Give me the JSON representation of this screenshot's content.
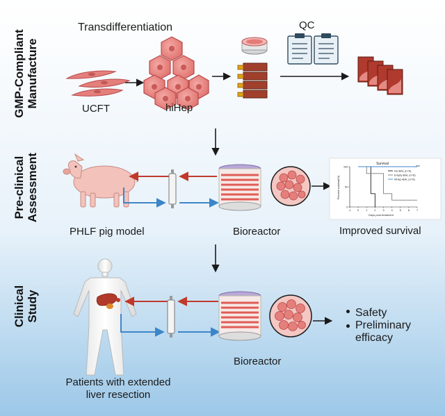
{
  "sections": {
    "manufacture": {
      "line1": "GMP-Compliant",
      "line2": "Manufacture"
    },
    "preclinical": {
      "line1": "Pre-clinical",
      "line2": "Assessment"
    },
    "clinical": {
      "line1": "Clinical",
      "line2": "Study"
    }
  },
  "labels": {
    "transdifferentiation": "Transdifferentiation",
    "qc": "QC",
    "ucft": "UCFT",
    "hihep": "hiHep",
    "pig_model": "PHLF pig model",
    "bioreactor_preclinical": "Bioreactor",
    "improved_survival": "Improved survival",
    "bioreactor_clinical": "Bioreactor",
    "patients_line1": "Patients with extended",
    "patients_line2": "liver resection"
  },
  "outcomes": [
    {
      "text": "Safety"
    },
    {
      "text": "Preliminary efficacy"
    }
  ],
  "colors": {
    "cell_fill": "#e8807d",
    "cell_stroke": "#b84a4a",
    "red_arrow": "#c0392b",
    "blue_arrow": "#3c86c8",
    "bioreactor_top": "#b9a8d8"
  },
  "chart_data": {
    "type": "line",
    "title": "Survival",
    "xlabel": "Days post treatment",
    "ylabel": "Percent survival(%)",
    "xlim": [
      -1,
      7
    ],
    "ylim": [
      0,
      100
    ],
    "xticks": [
      -1,
      0,
      1,
      2,
      3,
      4,
      5,
      6,
      7
    ],
    "yticks": [
      0,
      50,
      100
    ],
    "significance": "***",
    "legend_position": "top-right",
    "series": [
      {
        "name": "No-BAL (n=6)",
        "color": "#1a1a1a",
        "x": [
          0,
          1.5,
          1.5,
          2,
          2
        ],
        "y": [
          100,
          100,
          33,
          33,
          0
        ]
      },
      {
        "name": "Empty-BAL (n=6)",
        "color": "#7a7a7a",
        "x": [
          0,
          1,
          1,
          3,
          3,
          4,
          4,
          7
        ],
        "y": [
          100,
          100,
          83,
          83,
          33,
          33,
          17,
          17
        ]
      },
      {
        "name": "hiHep-BAL (n=6)",
        "color": "#3c86c8",
        "x": [
          0,
          7
        ],
        "y": [
          100,
          100
        ]
      }
    ]
  }
}
